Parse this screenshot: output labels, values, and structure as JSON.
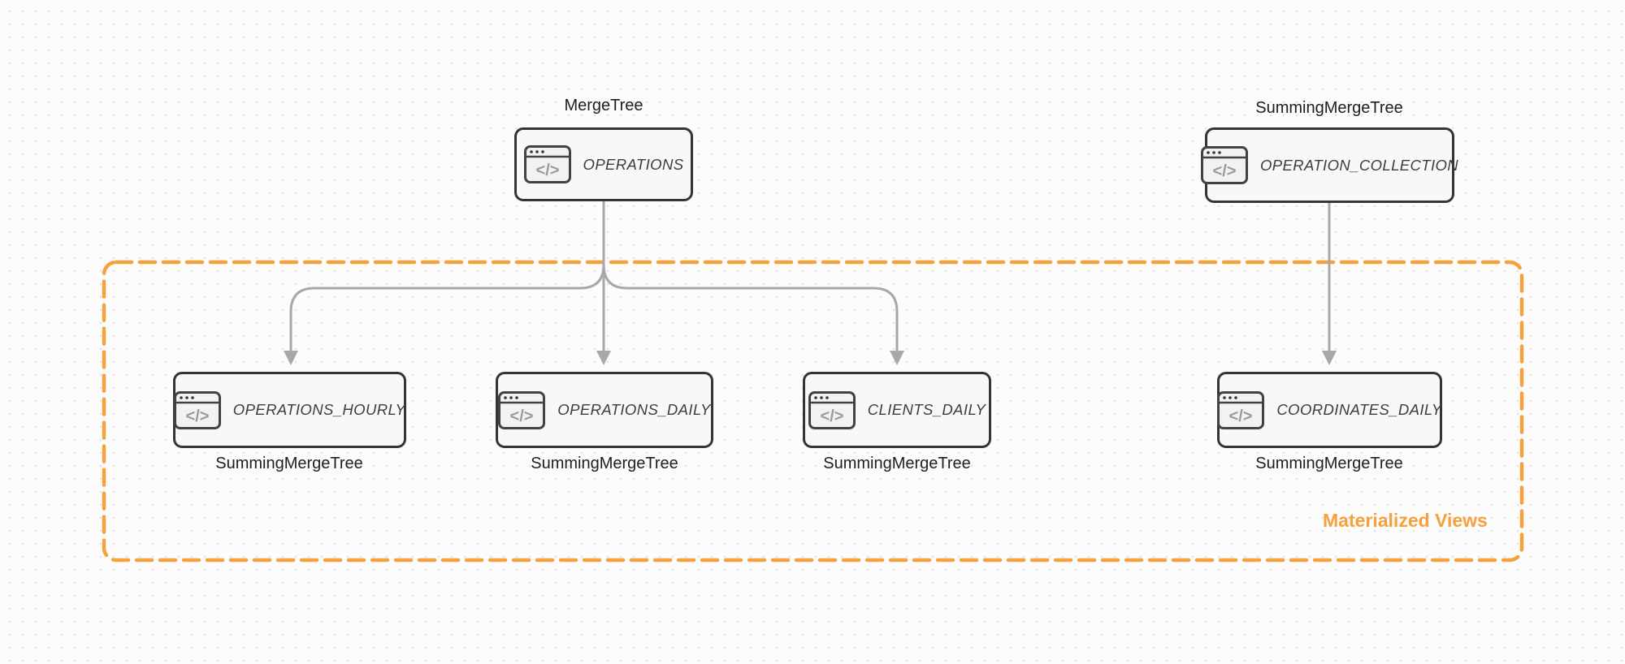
{
  "diagram": {
    "title": "materialized-views-architecture",
    "colors": {
      "background": "#FCFCFC",
      "dot_grid": "#E4E5E8",
      "node_border": "#343434",
      "node_fill": "#F7F8F8",
      "node_text": "#3D3D3D",
      "engine_text": "#1E1E1E",
      "edge_gray": "#A8A8A8",
      "accent_orange": "#F6A13C",
      "icon_glyph": "#9A9A9A"
    },
    "icon": {
      "glyph": "</>"
    },
    "nodes": [
      {
        "id": "operations",
        "label": "OPERATIONS",
        "engine": "MergeTree",
        "engine_position": "above"
      },
      {
        "id": "operation-collection",
        "label": "OPERATION_COLLECTION",
        "engine": "SummingMergeTree",
        "engine_position": "above"
      },
      {
        "id": "operations-hourly",
        "label": "OPERATIONS_HOURLY",
        "engine": "SummingMergeTree",
        "engine_position": "below"
      },
      {
        "id": "operations-daily",
        "label": "OPERATIONS_DAILY",
        "engine": "SummingMergeTree",
        "engine_position": "below"
      },
      {
        "id": "clients-daily",
        "label": "CLIENTS_DAILY",
        "engine": "SummingMergeTree",
        "engine_position": "below"
      },
      {
        "id": "coordinates-daily",
        "label": "COORDINATES_DAILY",
        "engine": "SummingMergeTree",
        "engine_position": "below"
      }
    ],
    "edges": [
      {
        "from": "operations",
        "to": "operations-hourly"
      },
      {
        "from": "operations",
        "to": "operations-daily"
      },
      {
        "from": "operations",
        "to": "clients-daily"
      },
      {
        "from": "operation-collection",
        "to": "coordinates-daily"
      }
    ],
    "group": {
      "label": "Materialized Views"
    }
  }
}
